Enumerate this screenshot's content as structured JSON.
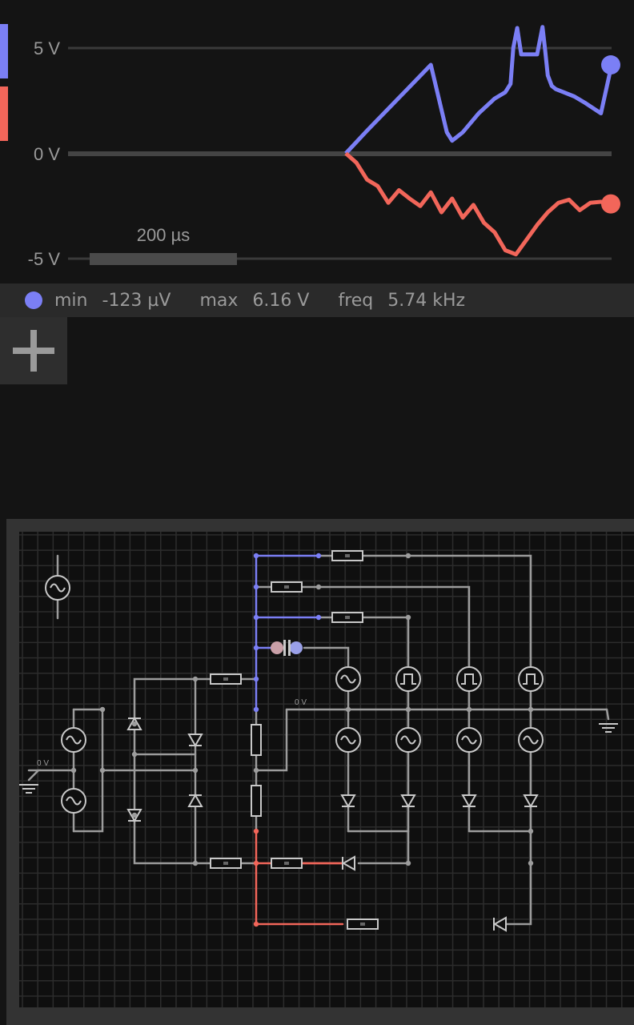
{
  "scope": {
    "y_labels": [
      "5 V",
      "0 V",
      "-5 V"
    ],
    "time_scale": "200 µs",
    "channels": [
      {
        "name": "blue",
        "color": "#7b7ff5"
      },
      {
        "name": "red",
        "color": "#f2665a"
      }
    ],
    "chart_data": {
      "type": "line",
      "ylim": [
        -5,
        5
      ],
      "ytick_labels": [
        "5 V",
        "0 V",
        "-5 V"
      ],
      "xlabel": "",
      "ylabel": "",
      "grid": true,
      "series": [
        {
          "color": "#7b7ff5",
          "x": [
            0.0,
            0.08,
            0.16,
            0.24,
            0.32,
            0.38,
            0.4,
            0.42,
            0.44,
            0.5,
            0.56,
            0.6,
            0.62,
            0.63,
            0.645,
            0.66,
            0.72,
            0.74,
            0.75,
            0.76,
            0.775,
            0.79,
            0.82,
            0.86,
            0.9,
            0.96,
            1.0
          ],
          "y": [
            0.0,
            1.08,
            2.12,
            3.16,
            4.2,
            1.0,
            0.6,
            0.8,
            1.0,
            1.9,
            2.6,
            2.9,
            3.3,
            5.0,
            5.95,
            4.7,
            4.7,
            6.0,
            4.9,
            3.7,
            3.2,
            3.05,
            2.9,
            2.7,
            2.4,
            1.9,
            4.2
          ]
        },
        {
          "color": "#f2665a",
          "x": [
            0.0,
            0.04,
            0.08,
            0.12,
            0.16,
            0.2,
            0.24,
            0.28,
            0.32,
            0.36,
            0.4,
            0.44,
            0.48,
            0.52,
            0.56,
            0.6,
            0.64,
            0.68,
            0.72,
            0.76,
            0.8,
            0.84,
            0.88,
            0.92,
            0.96,
            1.0
          ],
          "y": [
            0.0,
            -0.45,
            -1.25,
            -1.55,
            -2.35,
            -1.75,
            -2.15,
            -2.5,
            -1.85,
            -2.8,
            -2.15,
            -3.05,
            -2.45,
            -3.3,
            -3.75,
            -4.6,
            -4.8,
            -4.1,
            -3.4,
            -2.8,
            -2.35,
            -2.2,
            -2.7,
            -2.35,
            -2.3,
            -2.4
          ]
        }
      ]
    }
  },
  "stats": {
    "min_label": "min",
    "min_value": "-123 µV",
    "max_label": "max",
    "max_value": "6.16 V",
    "freq_label": "freq",
    "freq_value": "5.74 kHz"
  },
  "add_button": {
    "icon": "plus-icon"
  },
  "circuit": {
    "labels": [
      "0 V",
      "0 V"
    ]
  }
}
